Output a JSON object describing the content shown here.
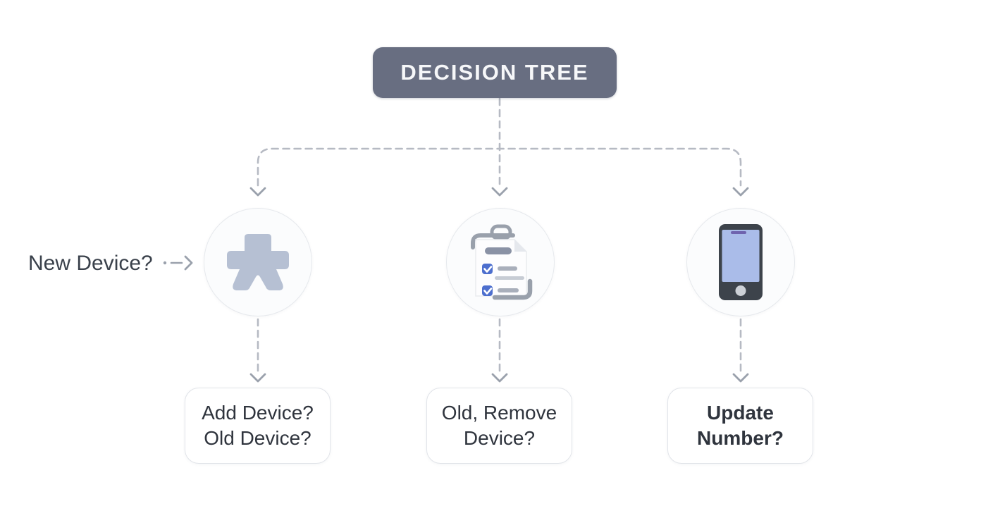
{
  "diagram": {
    "title": "DECISION TREE",
    "side_label": "New Device?",
    "branches": [
      {
        "icon": "meeple-plus-icon",
        "line1": "Add Device?",
        "line2": "Old Device?"
      },
      {
        "icon": "checklist-clipboard-icon",
        "line1": "Old, Remove",
        "line2": "Device?"
      },
      {
        "icon": "smartphone-icon",
        "line1": "Update",
        "line2": "Number?"
      }
    ],
    "colors": {
      "title_bg": "#686e81",
      "title_text": "#f6f7f9",
      "connector": "#b6bac3",
      "arrowhead": "#9aa1ac",
      "circle_bg": "#fbfcfd",
      "circle_border": "#e6e9ed",
      "box_bg": "#ffffff",
      "box_border": "#e1e4e9",
      "box_text": "#2f343d",
      "label_text": "#3a414b",
      "icon_meeple": "#b6c0d3",
      "icon_clipboard_gray": "#99a0ab",
      "icon_checkbox_blue": "#4d6fce",
      "icon_phone_body": "#3d434b",
      "icon_phone_screen": "#aabce9"
    }
  }
}
